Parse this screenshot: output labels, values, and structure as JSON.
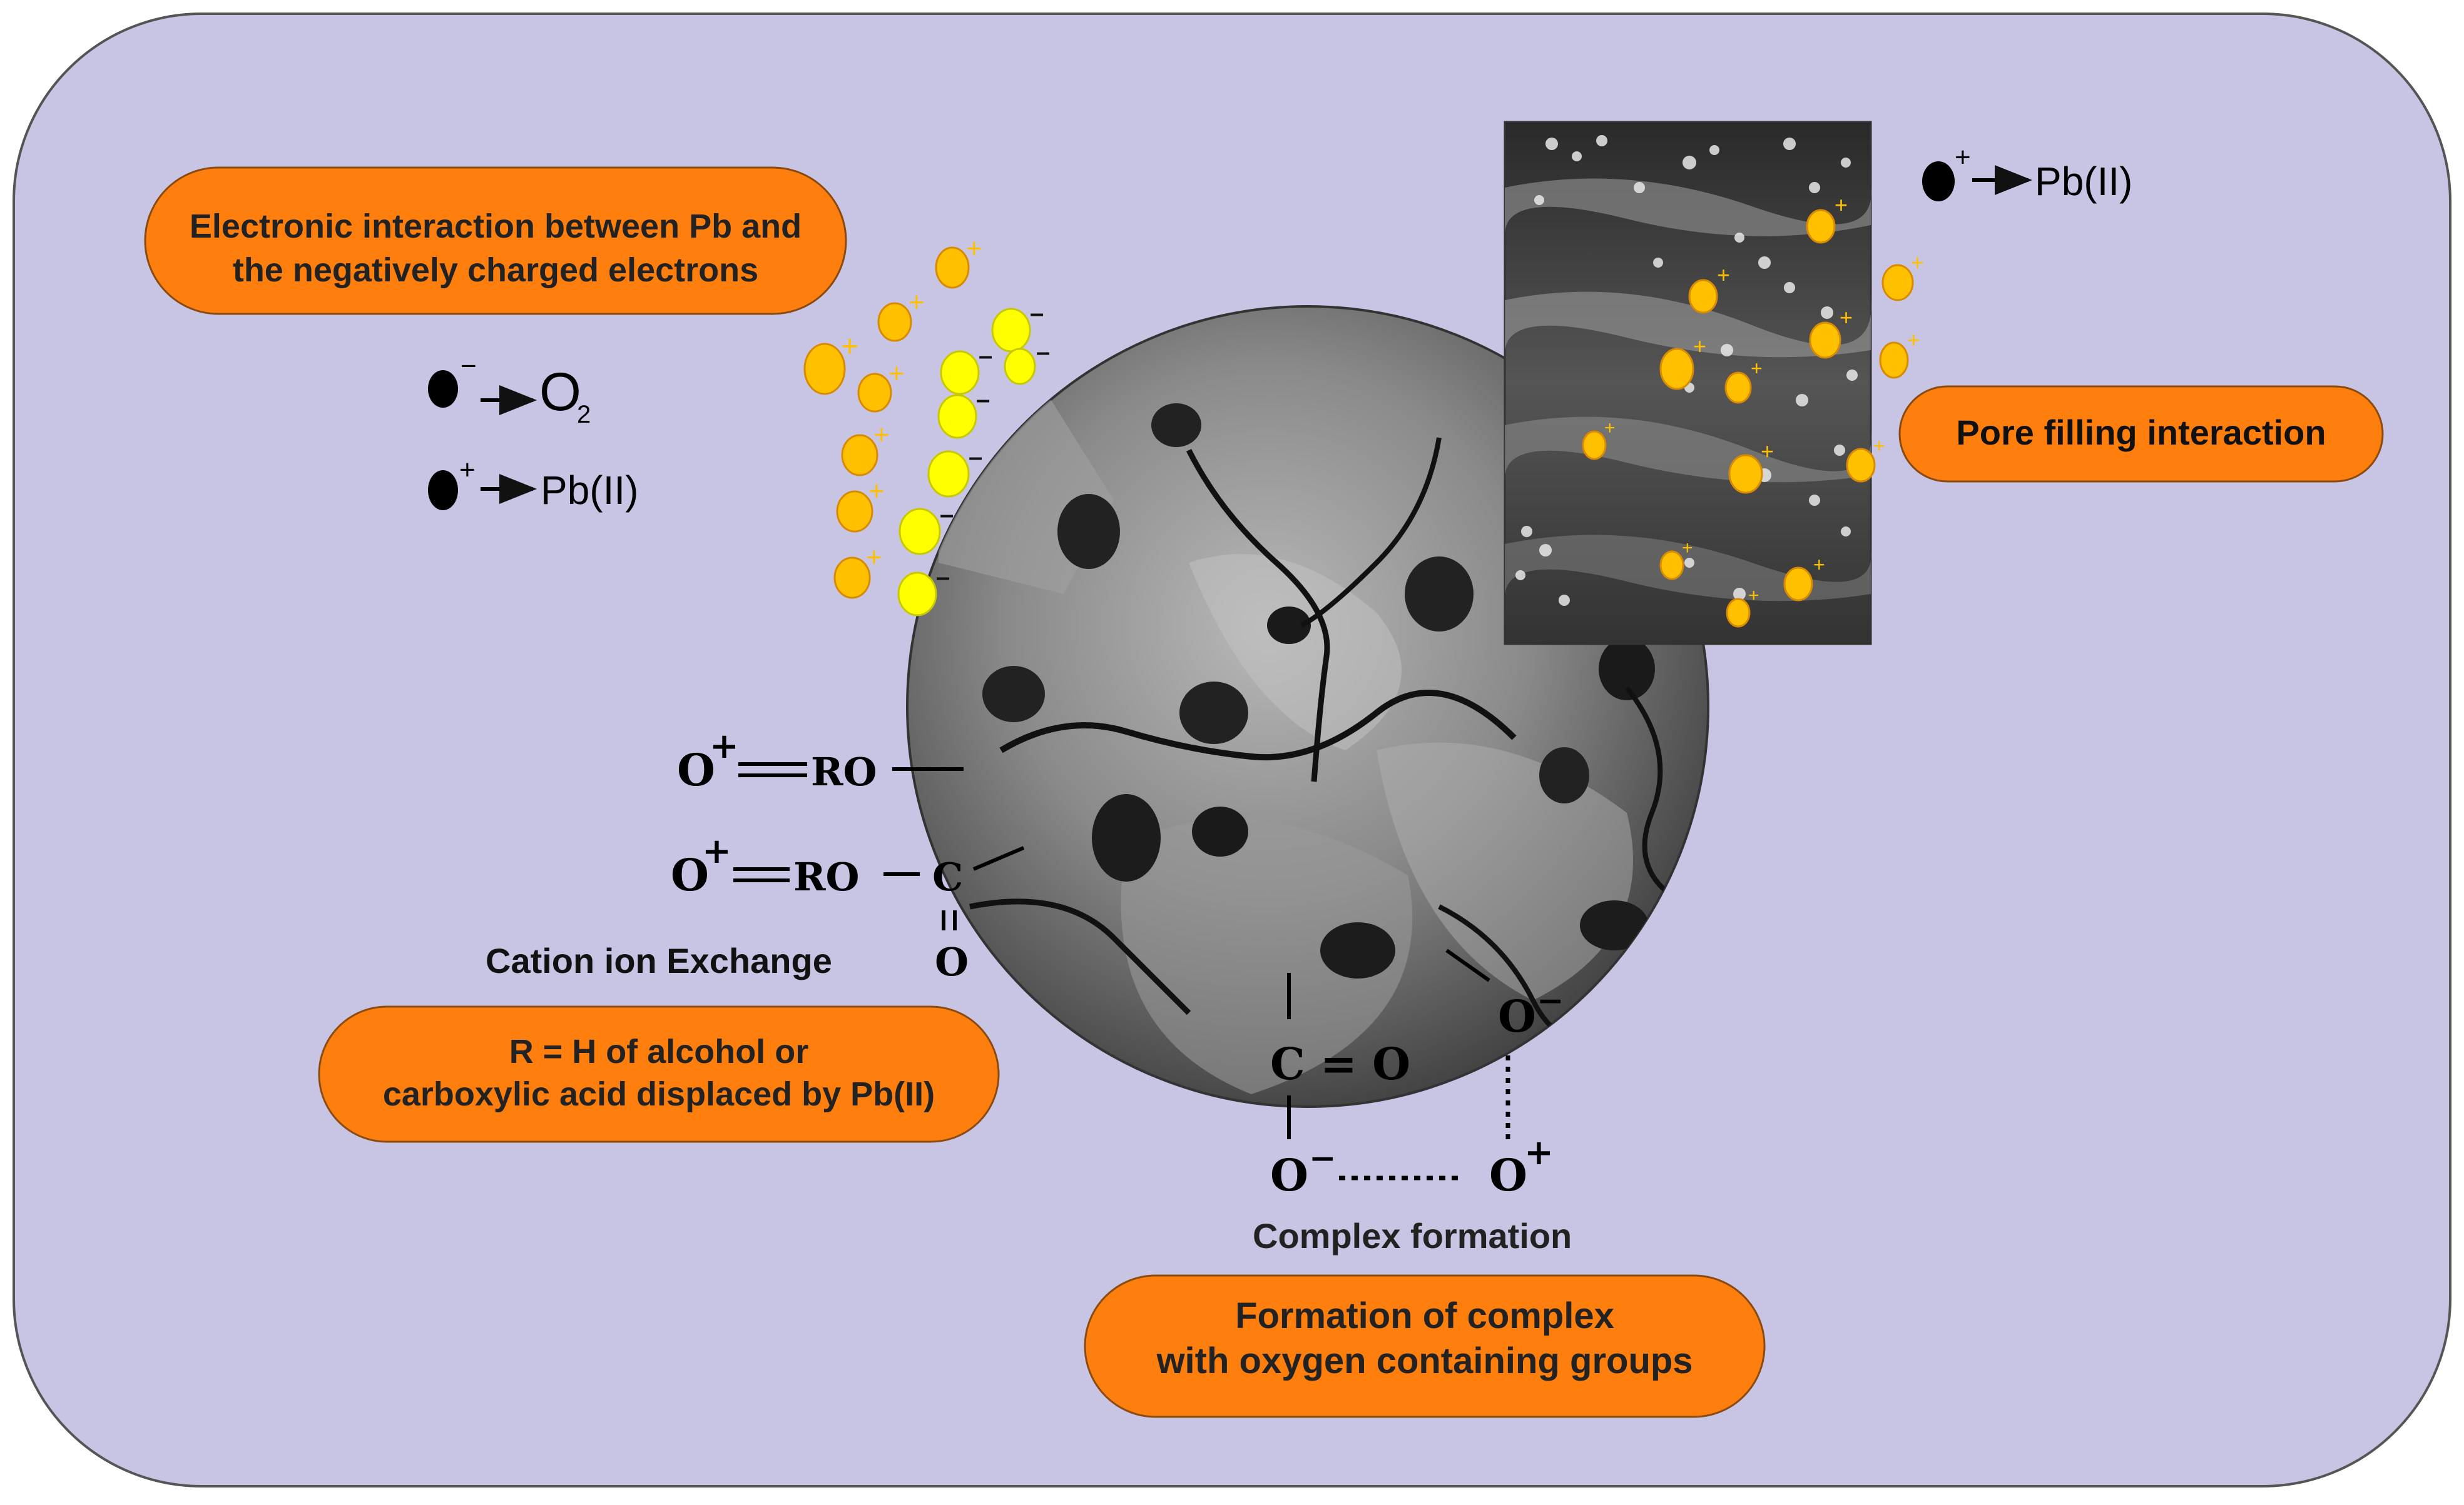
{
  "colors": {
    "panel_bg": "#c8c5e4",
    "panel_border": "#555555",
    "label_fill": "#ff7f0e",
    "label_border": "#8a4a10",
    "cation_fill": "#ffc000",
    "cation_stroke": "#d88a00",
    "anion_fill": "#ffff00",
    "text": "#111111"
  },
  "labels": {
    "electronic": [
      "Electronic interaction between Pb and",
      "the negatively charged electrons"
    ],
    "pore": "Pore filling interaction",
    "r_def": [
      "R = H of alcohol or",
      "carboxylic acid displaced by Pb(II)"
    ],
    "complex_box": [
      "Formation of complex",
      "with oxygen containing groups"
    ]
  },
  "captions": {
    "cation_exchange": "Cation ion Exchange",
    "complex_formation": "Complex formation"
  },
  "legend": {
    "left_o2_sign": "−",
    "left_o2_text": "O",
    "left_o2_sub": "2",
    "left_pb_sign": "+",
    "left_pb_text": "Pb(II)",
    "right_pb_sign": "+",
    "right_pb_text": "Pb(II)"
  },
  "chem": {
    "o_plus_1": "O",
    "plus_1": "+",
    "ro_1": "RO",
    "o_plus_2": "O",
    "plus_2": "+",
    "ro_2": "RO",
    "c_1": "C",
    "o_bottom": "O",
    "c_eq_o": "C = O",
    "o_minus_right": "O",
    "minus_right": "−",
    "o_minus_bottom": "O",
    "minus_bottom": "−",
    "o_plus_bottom": "O",
    "plus_bottom": "+"
  },
  "icons": {
    "particle": "filled-circle-icon",
    "cation": "cation-icon",
    "anion": "anion-icon",
    "arrow": "arrow-right-icon"
  }
}
